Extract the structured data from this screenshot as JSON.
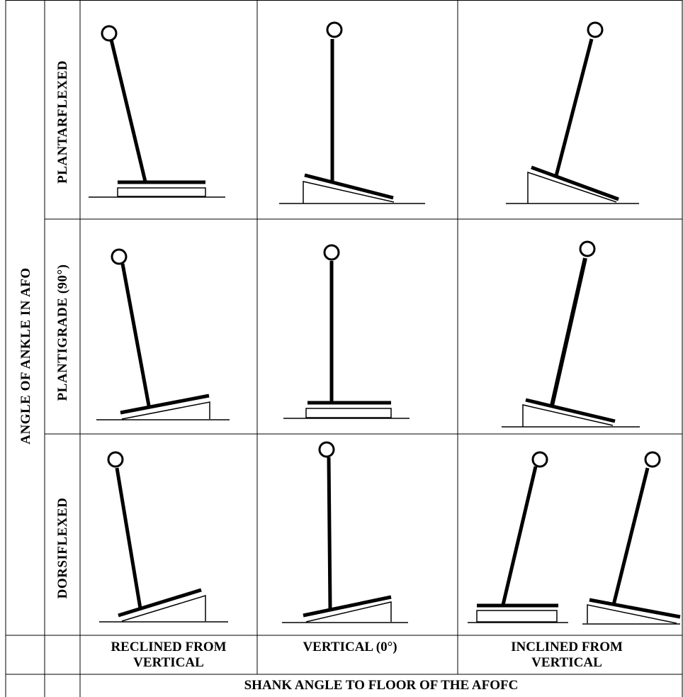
{
  "row_axis_title": "ANGLE OF ANKLE IN AFO",
  "row_labels": [
    "PLANTARFLEXED",
    "PLANTIGRADE (90°)",
    "DORSIFLEXED"
  ],
  "column_labels": [
    {
      "line1": "RECLINED FROM",
      "line2": "VERTICAL"
    },
    {
      "line1": "VERTICAL (0°)",
      "line2": ""
    },
    {
      "line1": "INCLINED FROM",
      "line2": "VERTICAL"
    }
  ],
  "column_axis_title": "SHANK ANGLE TO FLOOR OF THE AFOFC",
  "figures": [
    {
      "name": "plantarflexed-reclined",
      "shank": "reclined",
      "wedge": "none"
    },
    {
      "name": "plantarflexed-vertical",
      "shank": "vertical",
      "wedge": "heel-raise"
    },
    {
      "name": "plantarflexed-inclined",
      "shank": "inclined",
      "wedge": "heel-raise"
    },
    {
      "name": "plantigrade-reclined",
      "shank": "reclined",
      "wedge": "toe-raise"
    },
    {
      "name": "plantigrade-vertical",
      "shank": "vertical",
      "wedge": "none"
    },
    {
      "name": "plantigrade-inclined",
      "shank": "inclined",
      "wedge": "heel-raise"
    },
    {
      "name": "dorsiflexed-reclined",
      "shank": "reclined",
      "wedge": "toe-raise"
    },
    {
      "name": "dorsiflexed-vertical",
      "shank": "vertical",
      "wedge": "toe-raise"
    },
    {
      "name": "dorsiflexed-inclined-flat",
      "shank": "inclined",
      "wedge": "none"
    },
    {
      "name": "dorsiflexed-inclined-heel-raise",
      "shank": "inclined",
      "wedge": "heel-raise"
    }
  ]
}
